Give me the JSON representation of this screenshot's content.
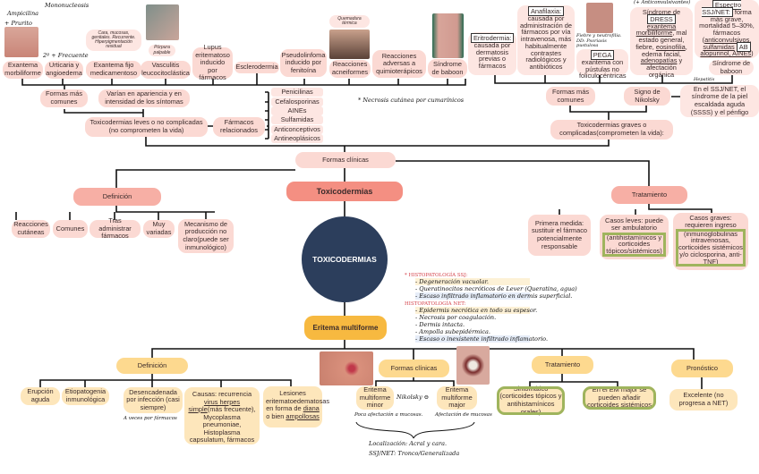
{
  "center": {
    "title": "TOXICODERMIAS",
    "subtitle": "Toxicodermias",
    "em": "Eritema multiforme",
    "formas": "Formas clínicas"
  },
  "top": {
    "items": [
      "Exantema morbiliforme",
      "Urticaria y angioedema",
      "Exantema fijo medicamentoso",
      "Vasculitis leucocitoclástica",
      "Lupus eritematoso inducido por fármacos",
      "Esclerodermia",
      "Pseudolinfoma inducido por fenitoína",
      "Reacciones acneiformes",
      "Reacciones adversas a quimioterápicos",
      "Síndrome de baboon"
    ],
    "formas_comunes": "Formas más comunes",
    "varian": "Varían en apariencia y en intensidad de los síntomas",
    "leves": "Toxicodermias leves o no complicadas (no comprometen la vida)",
    "farmacos": "Fármacos relacionados",
    "drugs": [
      "Penicilinas",
      "Cefalosporinas",
      "AINEs",
      "Sulfamidas",
      "Anticonceptivos",
      "Antineoplásicos"
    ],
    "notes": [
      "+ Prurito",
      "2º + Frecuente",
      "Cara, mucosas, genitales. Recurrente. Hiperpigmentación residual",
      "Púrpura palpable",
      "Quemadura térmica",
      "* Necrosis cutánea por cumarínicos",
      "Mononucleosis",
      "Ampicilina"
    ]
  },
  "grave": {
    "eritro_label": "Eritrodermia:",
    "eritro": "causada por dermatosis previas o fármacos",
    "anaf_label": "Anafilaxia:",
    "anaf": "causada por administración de fármacos por vía intravenosa, más habitualmente contrastes radiológicos y antibióticos",
    "pega_label": "PEGA",
    "pega": "exantema con pústulas no foliculocéntricas",
    "pega_note": "Fiebre y neutrofilia. DD: Psoriasis pustulosa",
    "dress_note": "(+ Anticonvulsivantes)",
    "dress_pre": "Síndrome de",
    "dress_label": "DRESS",
    "dress_u1": "exantema morbiliforme",
    "dress_mid": ", mal estado general, fiebre,",
    "dress_u2": "eosinofilia",
    "dress_mid2": ", edema facial,",
    "dress_u3": "adenopatías",
    "dress_end": "y afectación orgánica",
    "dress_side": "Hepatitis",
    "ssj_label": "Espectro SSJ/NET:",
    "ssj_a": "forma más grave, mortalidad 5–30%, fármacos (",
    "ssj_u1": "anticonvulsivos",
    "ssj_u2": "sulfamidas",
    "ssj_ab": "AB",
    "ssj_u3": "alopurinol, AINEs",
    "ssj_end": ")",
    "baboon": "Síndrome de baboon",
    "formas": "Formas más comunes",
    "nikolsky": "Signo de Nikolsky",
    "ssss": "En el SSJ/NET, el síndrome de la piel escaldada aguda (SSSS) y el pénfigo",
    "graves": "Toxicodermias graves o complicadas(comprometen la vida):"
  },
  "definicion": {
    "title": "Definición",
    "items": [
      "Reacciones cutáneas",
      "Comunes",
      "Tras administrar fármacos",
      "Muy variadas",
      "Mecanismo de producción no claro(puede ser inmunológico)"
    ]
  },
  "tratamiento": {
    "title": "Tratamiento",
    "items": [
      "Primera medida: sustituir el fármaco potencialmente responsable",
      "Casos leves: puede ser ambulatorio",
      "(antihistamínicos y corticoides tópicos/sistémicos)",
      "Casos graves: requieren ingreso",
      "(inmunoglobulinas intravenosas, corticoides sistémicos y/o ciclosporina, anti-TNF)"
    ]
  },
  "histo": {
    "ssj_title": "* HISTOPATOLOGÍA SSJ:",
    "ssj": [
      "- Degeneración vacuolar.",
      "- Queratinocitos necróticos de Lever (Queratina, agua)",
      "- Escaso infiltrado inflamatorio en dermis superficial."
    ],
    "net_title": "HISTOPATOLOGÍA NET:",
    "net": [
      "- Epidermis necrótica en todo su espesor.",
      "- Necrosis por coagulación.",
      "- Dermis intacta.",
      "- Ampolla subepidérmica.",
      "- Escaso o inexistente infiltrado inflamatorio."
    ]
  },
  "em": {
    "def_title": "Definición",
    "def": [
      "Erupción aguda",
      "Etiopatogenia inmunológica",
      "Desencadenada por infección (casi siempre)"
    ],
    "causas_a": "Causas: recurrencia",
    "causas_u": "virus herpes simple",
    "causas_b": "(más frecuente), Mycoplasma pneumoniae, Histoplasma capsulatum, fármacos",
    "les_a": "Lesiones eritematoedematosas en forma de",
    "les_u1": "diana",
    "les_b": "o bien",
    "les_u2": "ampollosas",
    "def_note": "A veces por fármacos",
    "formas_title": "Formas clínicas",
    "minor": "Eritema multiforme minor",
    "major": "Eritema multiforme major",
    "nikolsky": "Nikolsky ⊖",
    "minor_note": "Poca afectación a mucosas.",
    "major_note": "Afectación de mucosas",
    "loc1": "Localización: Acral y cara.",
    "loc2": "SSJ/NET: Tronco/Generalizada",
    "trat_title": "Tratamiento",
    "trat": [
      "Sintomático (corticoides tópicos y antihistamínicos orales)",
      "En el EM major se pueden añadir corticoides sistémicos"
    ],
    "pron_title": "Pronóstico",
    "pron": "Excelente (no progresa a NET)"
  },
  "colors": {
    "pink": "#fbd9d3",
    "salmon": "#f7afa5",
    "navy": "#2c3e5c",
    "yellow": "#fde6bb",
    "orange": "#f7b940",
    "green": "#9fb45d"
  }
}
